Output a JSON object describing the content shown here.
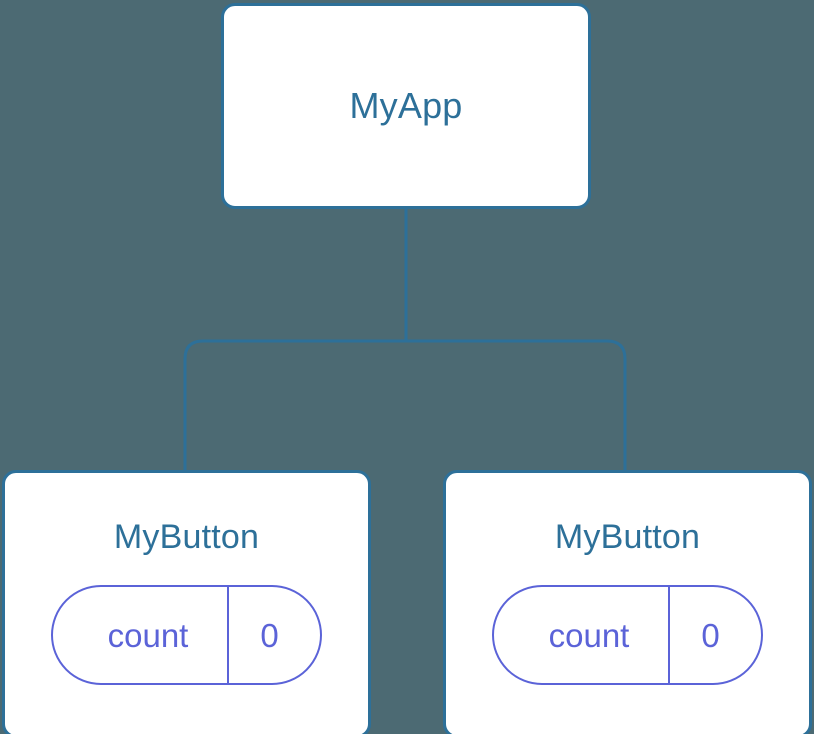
{
  "diagram": {
    "type": "component-tree",
    "background_color": "#4c6a73",
    "node_border_color": "#2d7099",
    "node_fill_color": "#ffffff",
    "node_title_color": "#2d7099",
    "state_badge_color": "#5b63d8",
    "edge_color": "#2d7099"
  },
  "root": {
    "title": "MyApp"
  },
  "children": [
    {
      "title": "MyButton",
      "state": {
        "key": "count",
        "value": "0"
      }
    },
    {
      "title": "MyButton",
      "state": {
        "key": "count",
        "value": "0"
      }
    }
  ]
}
